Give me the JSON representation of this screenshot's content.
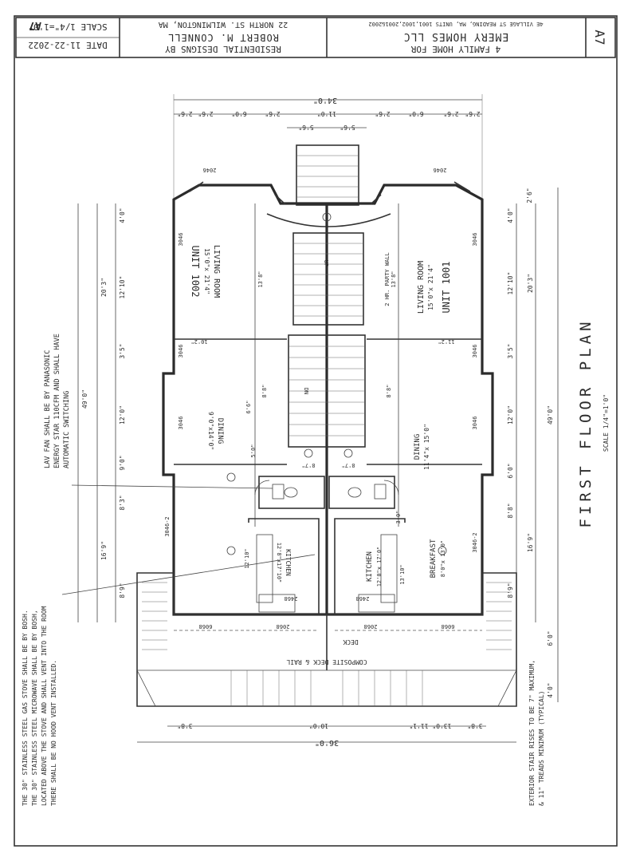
{
  "title_block": {
    "sheet_no": "A7",
    "scale": "SCALE 1/4\"=1'0\"",
    "date": "DATE 11-22-2022",
    "designer_line1": "RESIDENTIAL DESIGNS BY",
    "designer_line2": "ROBERT M. CONNELL",
    "designer_line3": "22 NORTH ST. WILMINGTON, MA",
    "project_line1": "4 FAMILY HOME FOR",
    "project_line2": "EMERY HOMES LLC",
    "project_line3": "4E VILLAGE ST READING, MA, UNITS 1001,1002,2001&2002",
    "sheet_mark": "A7"
  },
  "plan": {
    "title": "FIRST FLOOR PLAN",
    "scale": "SCALE 1/4\"=1'0\""
  },
  "rooms": {
    "living_1002": "LIVING ROOM",
    "living_1002_size": "15'0\"x 21'4\"",
    "unit_1002": "UNIT 1002",
    "living_1001": "LIVING ROOM",
    "living_1001_size": "15'0\"x 21'4\"",
    "unit_1001": "UNIT 1001",
    "dining_left": "DINING",
    "dining_left_size": "9'0\"x14'0\"",
    "dining_right": "DINING",
    "dining_right_size": "11'4\"x 15'0\"",
    "kitchen_left": "KITCHEN",
    "kitchen_left_size": "12'8\"x17'10\"",
    "kitchen_right": "KITCHEN",
    "kitchen_right_size": "12'0\"x 17'0\"",
    "breakfast": "BREAKFAST",
    "breakfast_size": "8'0\"x 13'0\"",
    "deck": "DECK",
    "composite_deck": "COMPOSITE DECK & RAIL",
    "party_wall": "2 HR. PARTY WALL",
    "up": "UP",
    "dn": "DN"
  },
  "notes": {
    "lav_fan": [
      "LAV FAN SHALL BE BY PANASONIC",
      "ENERGY STAR 110CFM AND SHALL HAVE",
      "AUTOMATIC SWITCHING"
    ],
    "range": [
      "THE 30\" STAINLESS STEEL GAS STOVE SHALL BE BY BOSH.",
      "THE 30\" STAINLESS STEEL MICROWAVE SHALL BE BY BOSH,",
      "LOCATED ABOVE THE STOVE AND SHALL VENT INTO THE ROOM",
      "THERE SHALL BE NO HOOD VENT INSTALLED."
    ],
    "stairs": [
      "EXTERIOR STAIR RISES TO BE 7\" MAXIMUM,",
      "& 11\" TREADS MINIMUM (TYPICAL)"
    ]
  },
  "dimensions": {
    "overall_top": "34'0\"",
    "overall_bottom": "36'0\"",
    "top": [
      "2'6\"",
      "2'6\"",
      "6'0\"",
      "2'6\"",
      "11'0\"",
      "2'6\"",
      "6'0\"",
      "2'6\"",
      "2'6\""
    ],
    "top_mid": [
      "5'6\"",
      "5'6\""
    ],
    "bottom": [
      "3'8\"",
      "10'0\"",
      "13'0\" 11'1\"",
      "3'8\""
    ],
    "right": [
      "2'6\"",
      "4'0\"",
      "12'10\"",
      "20'3\"",
      "3'5\"",
      "12'0\"",
      "49'0\"",
      "6'0\"",
      "8'8\"",
      "16'9\"",
      "8'9\"",
      "6'0\"",
      "4'0\""
    ],
    "left": [
      "4'0\"",
      "12'10\"",
      "20'3\"",
      "3'5\"",
      "49'0\"",
      "12'0\"",
      "9'0\"",
      "8'3\"",
      "16'9\"",
      "8'9\""
    ],
    "windows": [
      "3046",
      "3046",
      "3046",
      "3046",
      "3046",
      "3046",
      "3046-2",
      "3046-2",
      "2046",
      "2046"
    ],
    "interior": [
      "13'8\"",
      "13'8\"",
      "8'8\"",
      "8'8\"",
      "6'6\"",
      "5'0\"",
      "3'0\"",
      "8'7\"",
      "8'7\"",
      "12'10\"",
      "13'10\"",
      "10'2\"",
      "11'2\""
    ],
    "doors": [
      "6068",
      "6068",
      "2068",
      "2068",
      "2468",
      "2468"
    ]
  }
}
